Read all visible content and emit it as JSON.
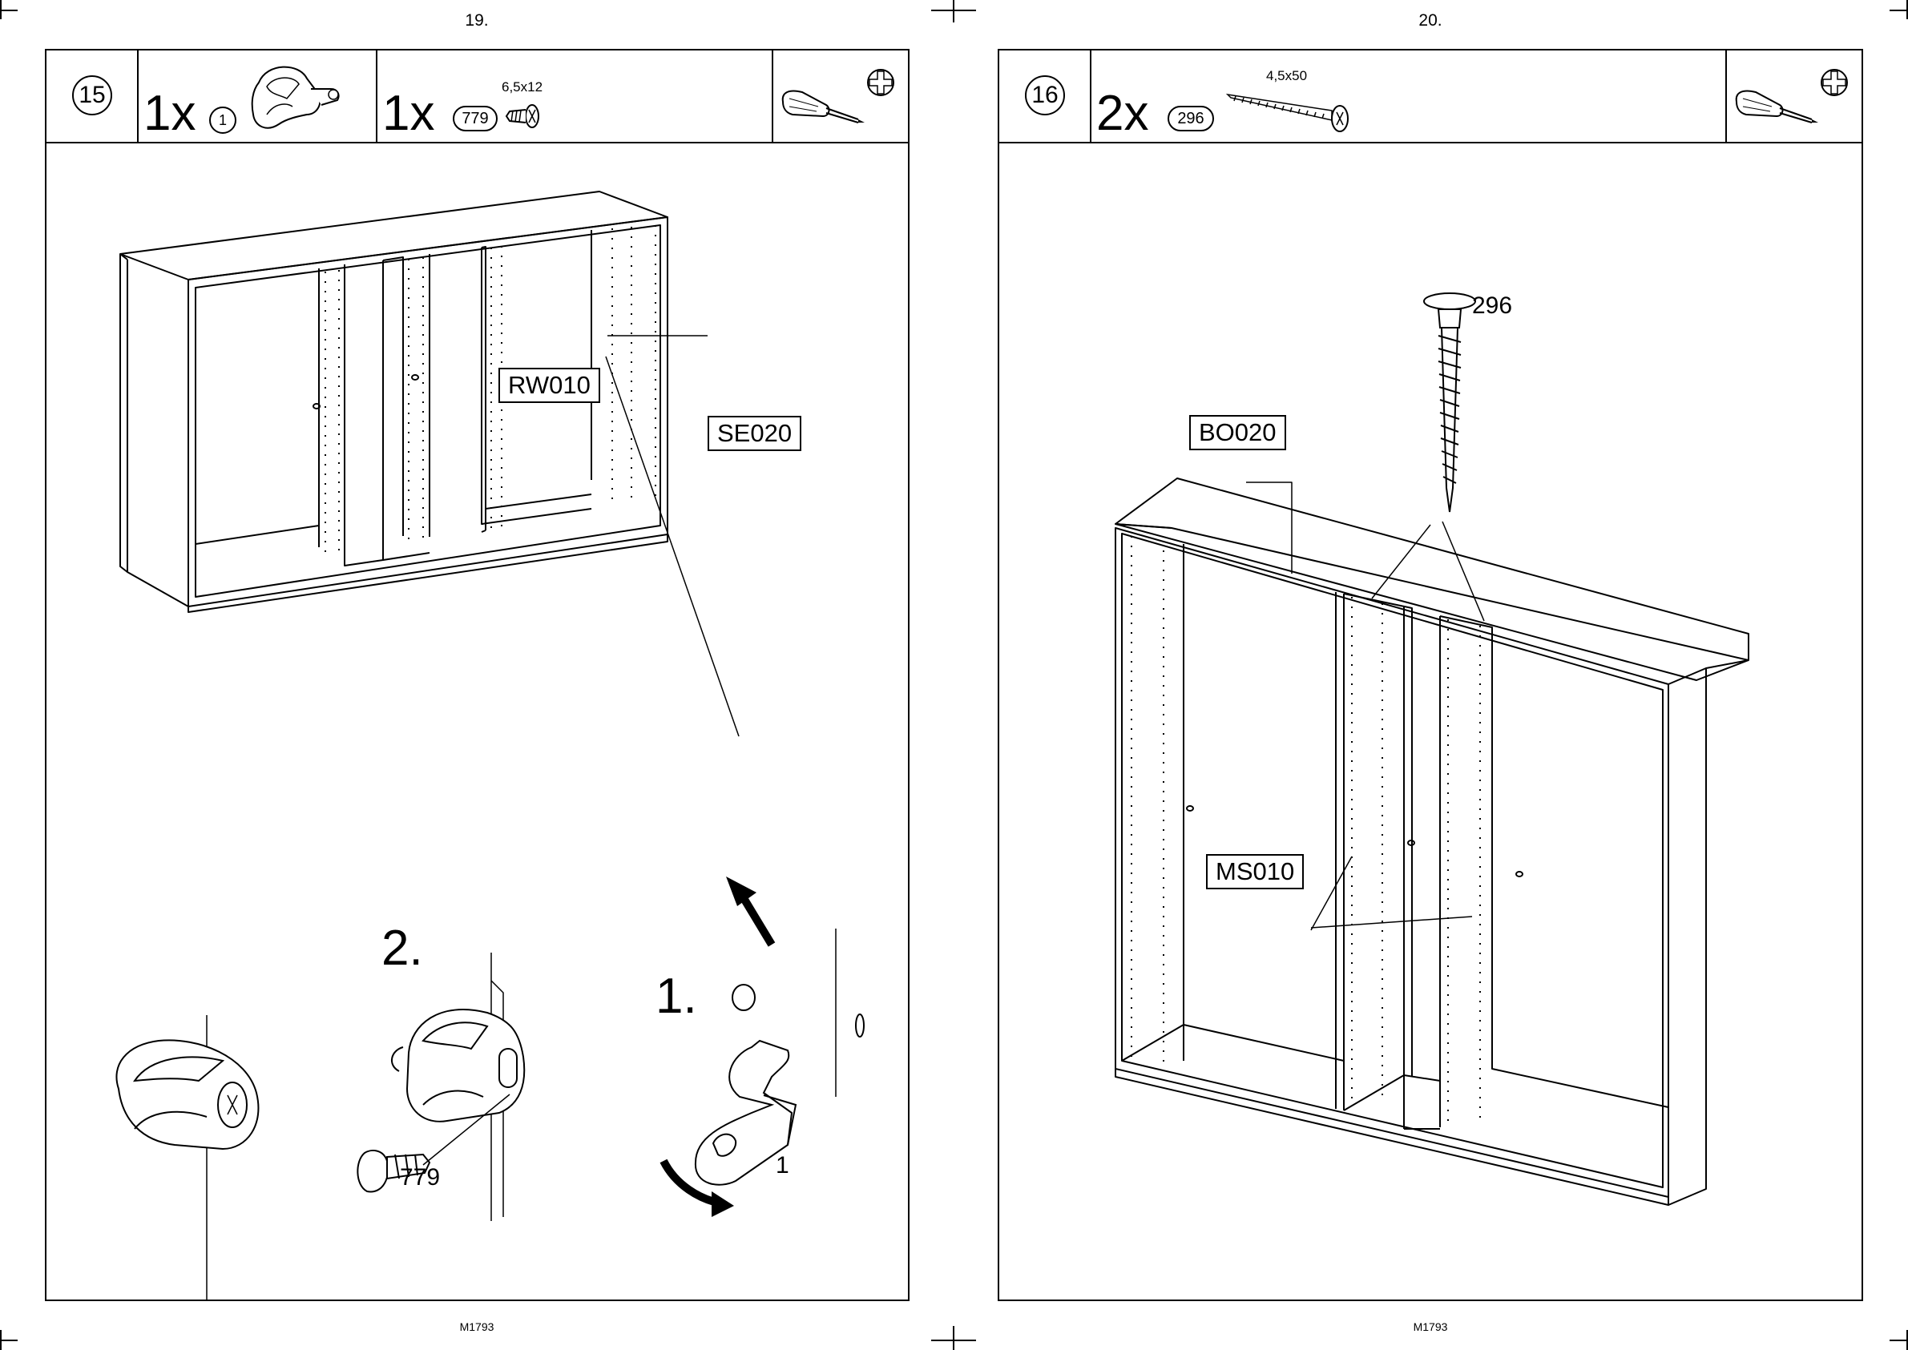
{
  "pages": [
    {
      "page_number": "19.",
      "footer": "M1793",
      "step": "15",
      "parts": [
        {
          "qty": "1x",
          "part_id": "1",
          "icon": "cam-lock-icon"
        },
        {
          "qty": "1x",
          "part_id": "779",
          "size": "6,5x12",
          "icon": "short-screw-icon"
        }
      ],
      "tool_icon": "phillips-screwdriver-icon",
      "labels": [
        "RW010",
        "SE020"
      ],
      "detail_steps": [
        "1.",
        "2."
      ],
      "detail_part_labels": [
        "1",
        "779"
      ]
    },
    {
      "page_number": "20.",
      "footer": "M1793",
      "step": "16",
      "parts": [
        {
          "qty": "2x",
          "part_id": "296",
          "size": "4,5x50",
          "icon": "long-screw-icon"
        }
      ],
      "tool_icon": "phillips-screwdriver-icon",
      "labels": [
        "BO020",
        "MS010"
      ],
      "screw_label": "296"
    }
  ]
}
